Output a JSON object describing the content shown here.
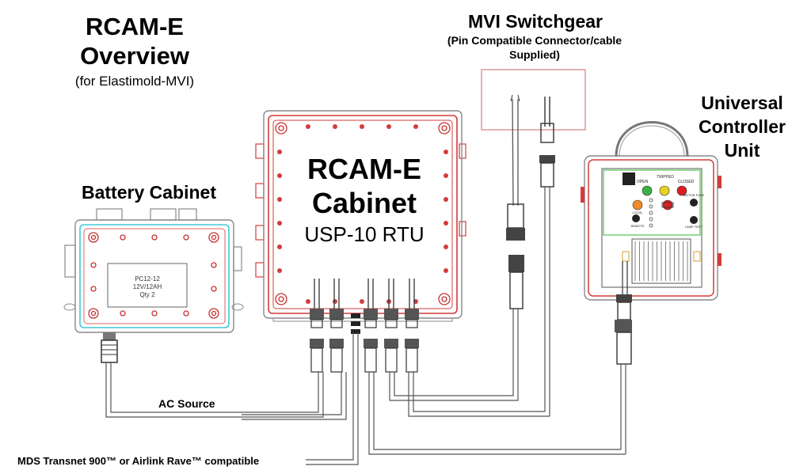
{
  "title": {
    "line1": "RCAM-E",
    "line2": "Overview",
    "line3": "(for Elastimold-MVI)"
  },
  "switchgear": {
    "title": "MVI Switchgear",
    "note_line1": "(Pin Compatible Connector/cable",
    "note_line2": "Supplied)"
  },
  "controller": {
    "line1": "Universal",
    "line2": "Controller",
    "line3": "Unit"
  },
  "battery": {
    "title": "Battery Cabinet",
    "plate_line1": "PC12-12",
    "plate_line2": "12V/12AH",
    "plate_line3": "Qty 2"
  },
  "rcam": {
    "line1": "RCAM-E",
    "line2": "Cabinet",
    "line3": "USP-10 RTU"
  },
  "connections": {
    "ac_source": "AC Source",
    "radio": "MDS Transnet 900™ or Airlink Rave™ compatible"
  },
  "panel_labels": {
    "open": "OPEN",
    "tripped": "TRIPPED",
    "closed": "CLOSED",
    "local": "LOCAL",
    "remote": "REMOTE",
    "motor_fuse": "MOTOR FUSE",
    "lamp_test": "LAMP TEST"
  },
  "colors": {
    "rcam_outline": "#d23c3c",
    "battery_outline": "#40c8d8",
    "controller_outline": "#d23c3c",
    "controller_panel": "#5cc85c",
    "switchgear_box": "#d08080",
    "wiring": "#555555",
    "led_green": "#3cb043",
    "led_yellow": "#e8d21e",
    "led_red": "#d92020",
    "knob_orange": "#f08a28"
  }
}
